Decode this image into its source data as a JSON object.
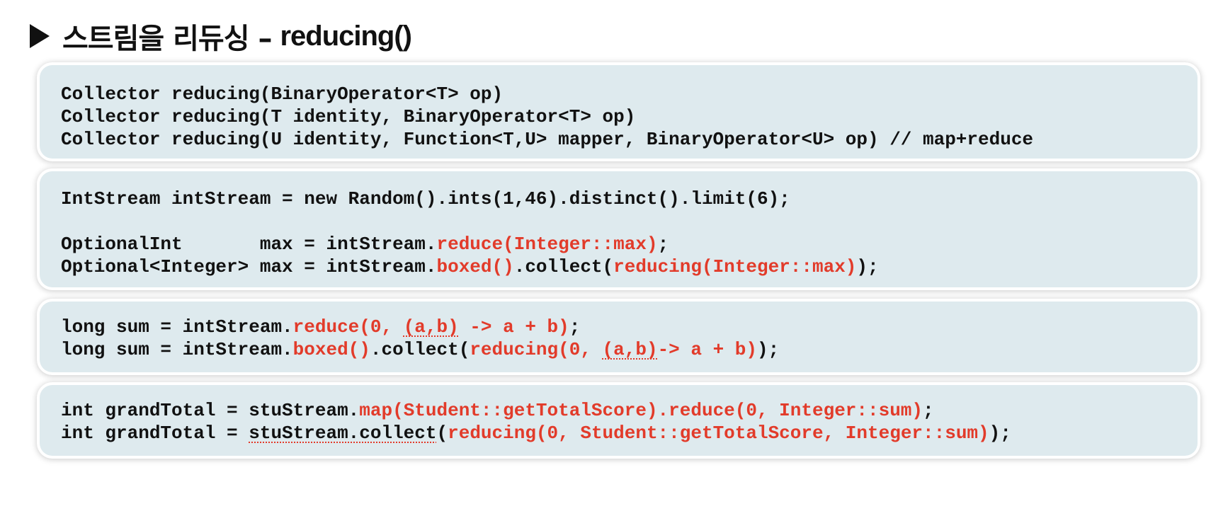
{
  "title": {
    "korean": "스트림을 리듀싱 –",
    "method": "reducing()"
  },
  "box1": {
    "lines": [
      "Collector reducing(BinaryOperator<T> op)",
      "Collector reducing(T identity, BinaryOperator<T> op)",
      "Collector reducing(U identity, Function<T,U> mapper, BinaryOperator<U> op) // map+reduce"
    ]
  },
  "box2": {
    "line1": "IntStream intStream = new Random().ints(1,46).distinct().limit(6);",
    "line2": {
      "a": "OptionalInt       max = intStream.",
      "b": "reduce(Integer::max)",
      "c": ";"
    },
    "line3": {
      "a": "Optional<Integer> max = intStream.",
      "b": "boxed()",
      "c": ".collect(",
      "d": "reducing(Integer::max)",
      "e": ");"
    }
  },
  "box3": {
    "line1": {
      "a": "long sum = intStream.",
      "b": "reduce(0, ",
      "c": "(a,b)",
      "d": " -> a + b)",
      "e": ";"
    },
    "line2": {
      "a": "long sum = intStream.",
      "b": "boxed()",
      "c": ".collect(",
      "d": "reducing(0, ",
      "e": "(a,b)",
      "f": "-> a + b)",
      "g": ");"
    }
  },
  "box4": {
    "line1": {
      "a": "int grandTotal = stuStream.",
      "b": "map(Student::getTotalScore).reduce(0, Integer::sum)",
      "c": ";"
    },
    "line2": {
      "a": "int grandTotal = ",
      "b": "stuStream.collect",
      "c": "(",
      "d": "reducing(0, Student::getTotalScore, Integer::sum)",
      "e": ");"
    }
  },
  "colors": {
    "accent_red": "#e23b2a",
    "box_bg": "#deeaee",
    "text": "#111111"
  }
}
